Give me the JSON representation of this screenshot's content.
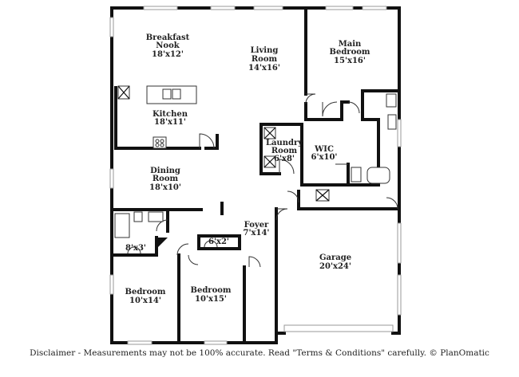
{
  "rooms": {
    "breakfast_nook": {
      "name_1": "Breakfast",
      "name_2": "Nook",
      "size": "18'x12'"
    },
    "living_room": {
      "name_1": "Living",
      "name_2": "Room",
      "size": "14'x16'"
    },
    "main_bedroom": {
      "name_1": "Main",
      "name_2": "Bedroom",
      "size": "15'x16'"
    },
    "kitchen": {
      "name": "Kitchen",
      "size": "18'x11'"
    },
    "laundry_room": {
      "name_1": "Laundry",
      "name_2": "Room",
      "size": "6'x8'"
    },
    "wic": {
      "name": "WIC",
      "size": "6'x10'"
    },
    "dining_room": {
      "name_1": "Dining",
      "name_2": "Room",
      "size": "18'x10'"
    },
    "foyer": {
      "name": "Foyer",
      "size": "7'x14'"
    },
    "garage": {
      "name": "Garage",
      "size": "20'x24'"
    },
    "closet_left": {
      "size": "8'x3'"
    },
    "closet_hall": {
      "size": "6'x2'"
    },
    "bedroom_left": {
      "name": "Bedroom",
      "size": "10'x14'"
    },
    "bedroom_mid": {
      "name": "Bedroom",
      "size": "10'x15'"
    }
  },
  "disclaimer": "Disclaimer - Measurements may not be 100% accurate. Read \"Terms & Conditions\" carefully. © PlanOmatic",
  "colors": {
    "wall": "#111111",
    "window": "#9a9a9a",
    "text": "#222222",
    "background": "#ffffff"
  }
}
